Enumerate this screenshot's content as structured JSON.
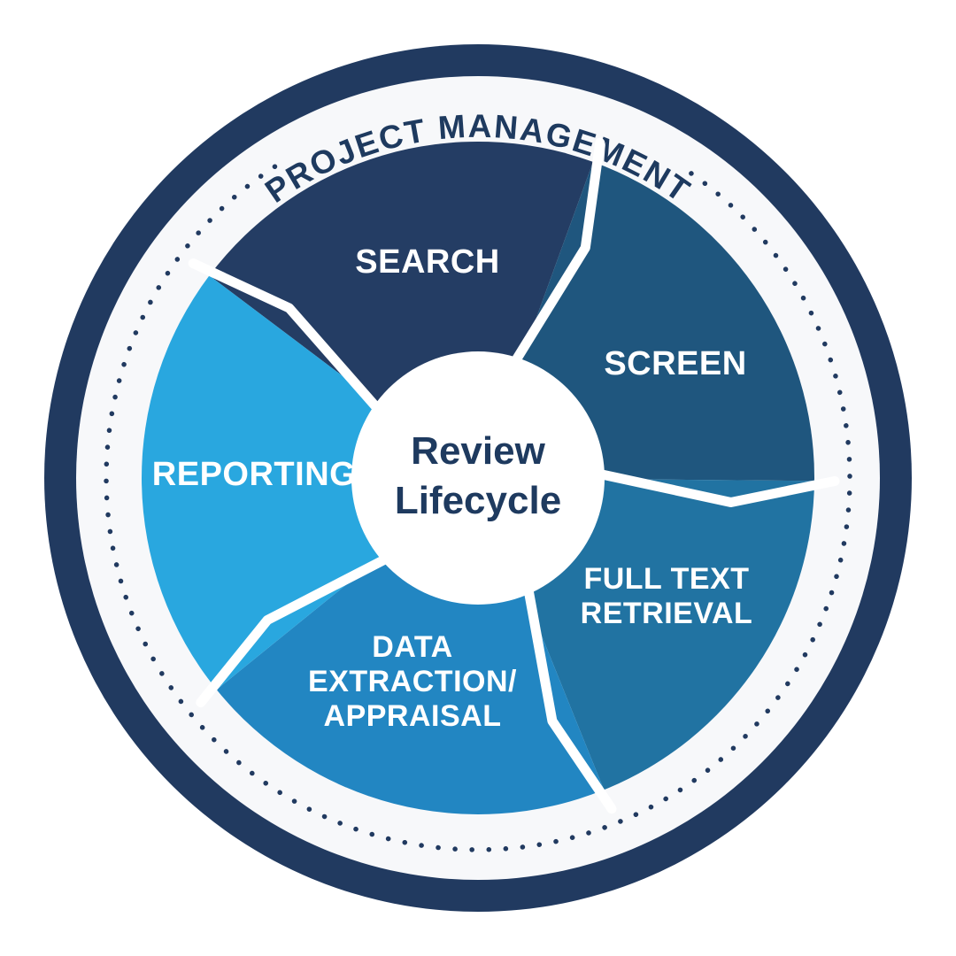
{
  "diagram": {
    "outer_label": "PROJECT MANAGEMENT",
    "center_title": {
      "line1": "Review",
      "line2": "Lifecycle"
    },
    "segments": [
      {
        "id": "search",
        "label": "SEARCH",
        "color": "#243d64"
      },
      {
        "id": "screen",
        "label": "SCREEN",
        "color": "#1f567e"
      },
      {
        "id": "full-text-retrieval",
        "label": "FULL TEXT RETRIEVAL",
        "line1": "FULL TEXT",
        "line2": "RETRIEVAL",
        "color": "#2173a2"
      },
      {
        "id": "data-extraction-appraisal",
        "label": "DATA EXTRACTION/APPRAISAL",
        "line1": "DATA",
        "line2": "EXTRACTION/",
        "line3": "APPRAISAL",
        "color": "#2286c2"
      },
      {
        "id": "reporting",
        "label": "REPORTING",
        "color": "#29a7df"
      }
    ],
    "colors": {
      "outer_ring": "#213a60",
      "ring_background": "#f7f8fa",
      "dots": "#213a60",
      "dividers": "#ffffff",
      "center_circle": "#ffffff",
      "center_text": "#1e3a5f",
      "outer_label_text": "#1e3a5f",
      "segment_label_text": "#ffffff"
    }
  }
}
